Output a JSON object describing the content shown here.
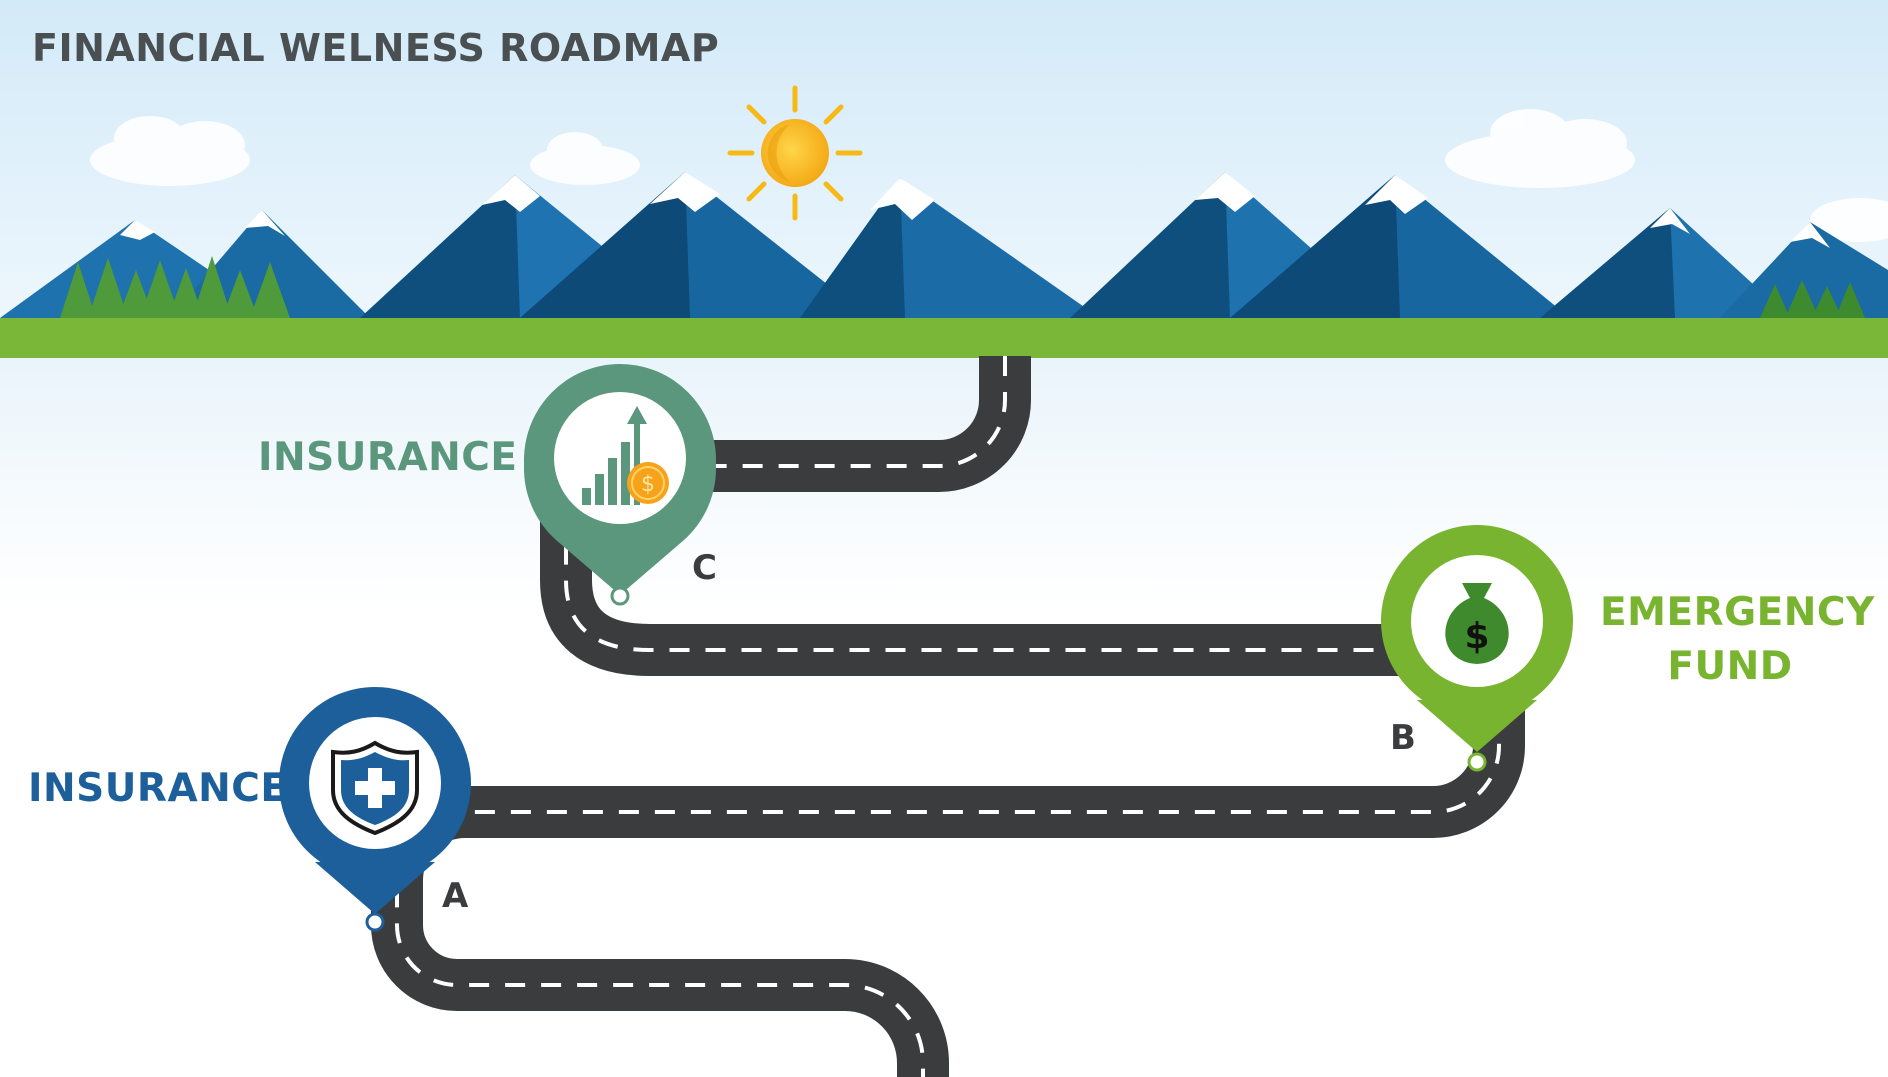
{
  "title": "FINANCIAL WELNESS ROADMAP",
  "colors": {
    "title": "#4a4f52",
    "sky_top": "#d6ecf9",
    "grass": "#7ab637",
    "mountain_dark": "#0f4f7e",
    "mountain_mid": "#1866a0",
    "road": "#3b3c3e",
    "sun": "#f6b916",
    "stop_c": "#5b977c",
    "stop_b": "#78b42f",
    "stop_a": "#1c5f9a"
  },
  "stops": [
    {
      "letter": "C",
      "label": "INSURANCE",
      "icon": "growth-chart-coin-icon"
    },
    {
      "letter": "B",
      "label_lines": [
        "EMERGENCY",
        "FUND"
      ],
      "icon": "money-bag-icon"
    },
    {
      "letter": "A",
      "label": "INSURANCE",
      "icon": "shield-cross-icon"
    }
  ],
  "icons": {
    "sun": "sun-icon",
    "cloud": "cloud-icon",
    "tree": "pine-tree-icon",
    "mountain": "snowy-mountain-icon",
    "money_symbol": "$"
  }
}
